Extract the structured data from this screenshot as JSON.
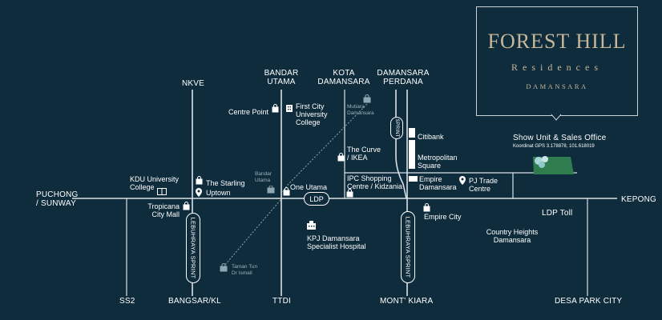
{
  "brand": {
    "name": "FOREST HILL",
    "subtitle": "Residences",
    "location": "DAMANSARA"
  },
  "sales_office": {
    "title": "Show Unit & Sales Office",
    "coordinates": "Koordinat GPS 3.178878, 101.618019"
  },
  "roads": {
    "puchong": "PUCHONG\n/ SUNWAY",
    "kepong": "KEPONG",
    "nkve": "NKVE",
    "bandar_utama": "BANDAR\nUTAMA",
    "kota_damansara": "KOTA\nDAMANSARA",
    "damansara_perdana": "DAMANSARA\nPERDANA",
    "ss2": "SS2",
    "bangsar_kl": "BANGSAR/KL",
    "ttdi": "TTDI",
    "mont_kiara": "MONT' KIARA",
    "desa_park_city": "DESA PARK CITY",
    "ldp_toll": "LDP Toll",
    "ldp": "LDP",
    "sprint_left": "LEBUHRAYA SPRINT",
    "sprint_right": "LEBUHRAYA SPRINT",
    "sprint_top": "SPRINT"
  },
  "places": {
    "centre_point": "Centre Point",
    "first_city": "First City\nUniversity\nCollege",
    "mutiara": "Mutiara\nDamansara",
    "citibank": "Citibank",
    "metropolitan": "Metropolitan\nSquare",
    "curve": "The Curve\n/ IKEA",
    "kdu": "KDU University\nCollege",
    "starling": "The Starling",
    "uptown": "Uptown",
    "bandar_utama_small": "Bandar\nUtama",
    "one_utama": "One Utama",
    "ipc": "IPC Shopping\nCentre / Kidzania",
    "empire_damansara": "Empire\nDamansara",
    "pj_trade": "PJ Trade\nCentre",
    "tropicana": "Tropicana\nCity Mall",
    "empire_city": "Empire City",
    "kpj": "KPJ Damansara\nSpecialist Hospital",
    "country_heights": "Country Heights\nDamansara",
    "taman_tun": "Taman Tun\nDr Ismail"
  },
  "colors": {
    "background": "#0f2c3c",
    "road": "#d9e2e6",
    "brand_gold": "#c7b79a",
    "site_green": "#2f7d4f"
  }
}
